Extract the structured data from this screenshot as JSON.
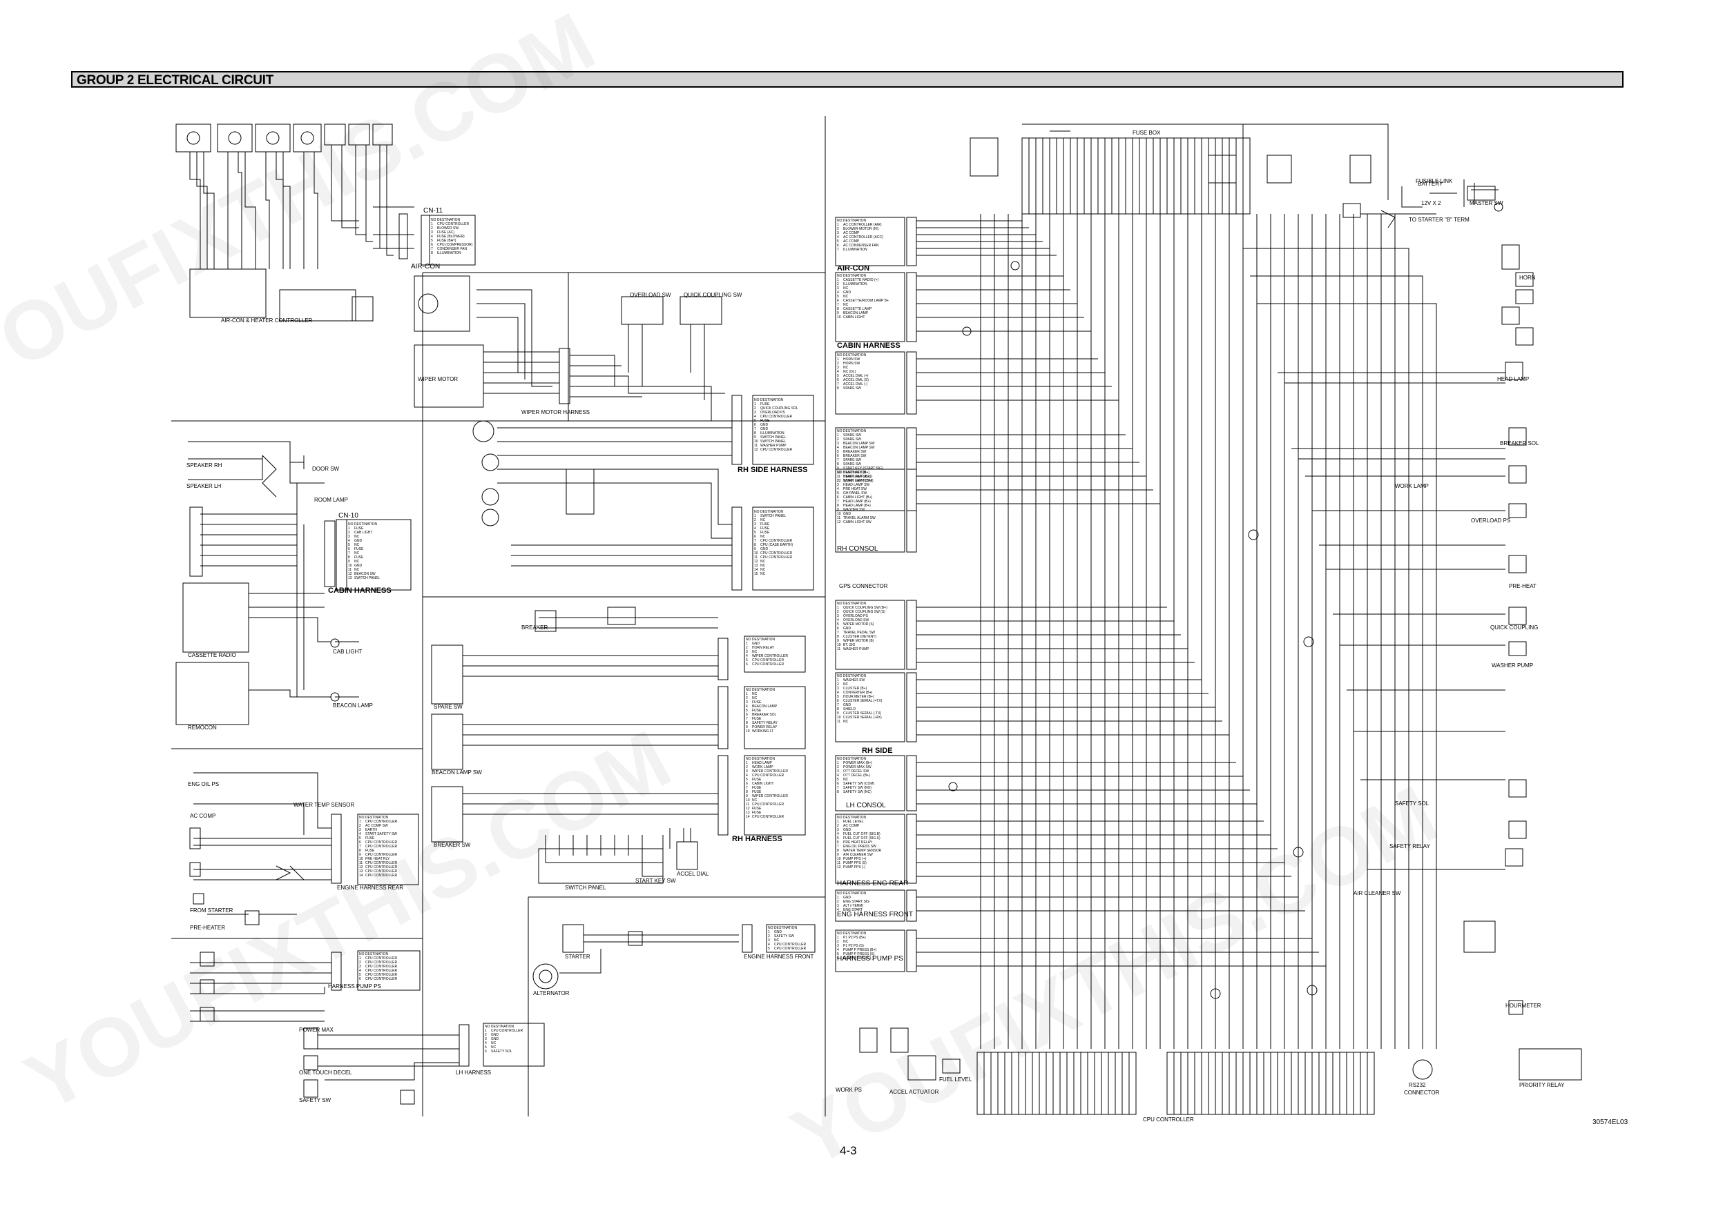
{
  "header": {
    "title": "GROUP 2  ELECTRICAL CIRCUIT"
  },
  "page_number": "4-3",
  "document_code": "30574EL03",
  "harness_labels": {
    "air_con_left": "AIR-CON",
    "cabin_harness_left": "CABIN HARNESS",
    "rh_side_harness": "RH SIDE HARNESS",
    "rh_harness": "RH HARNESS",
    "engine_harness_rear": "ENGINE HARNESS REAR",
    "harness_pump_ps": "HARNESS PUMP PS",
    "lh_harness": "LH HARNESS",
    "engine_harness_front": "ENGINE HARNESS FRONT",
    "wiper_motor_harness": "WIPER MOTOR HARNESS",
    "air_con_right": "AIR-CON",
    "cabin_harness_right": "CABIN HARNESS",
    "rh_consol": "RH CONSOL",
    "rh_side": "RH SIDE",
    "lh_consol": "LH CONSOL",
    "harness_eng_rear": "HARNESS ENG REAR",
    "eng_harness_front": "ENG HARNESS FRONT",
    "harness_pump_ps_right": "HARNESS PUMP PS"
  },
  "component_labels": {
    "cassette_radio": "CASSETTE RADIO",
    "remocon": "REMOCON",
    "cab_light": "CAB LIGHT",
    "beacon_lamp": "BEACON LAMP",
    "wiper_motor": "WIPER MOTOR",
    "speaker_rh": "SPEAKER RH",
    "speaker_lh": "SPEAKER LH",
    "door_sw": "DOOR SW",
    "room_lamp": "ROOM LAMP",
    "overload_sw": "OVERLOAD SW",
    "quick_coupling_sw": "QUICK COUPLING SW",
    "spare": "SPARE",
    "breaker": "BREAKER",
    "spare_sw": "SPARE SW",
    "beacon_lamp_sw": "BEACON LAMP SW",
    "breaker_sw": "BREAKER SW",
    "switch_panel": "SWITCH PANEL",
    "start_key_sw": "START KEY SW",
    "accel_dial": "ACCEL DIAL",
    "eng_oil_ps": "ENG OIL PS",
    "ac_comp": "AC COMP",
    "water_temp_sensor": "WATER TEMP SENSOR",
    "pre_heater": "PRE-HEATER",
    "from_starter": "FROM STARTER",
    "power_max": "POWER MAX",
    "one_touch_decel": "ONE TOUCH DECEL",
    "safety_sw": "SAFETY SW",
    "starter": "STARTER",
    "alternator": "ALTERNATOR",
    "fuse_box": "FUSE BOX",
    "battery": "BATTERY",
    "battery_voltage": "12V X 2",
    "master_sw": "MASTER SW",
    "fusible_link": "FUSIBLE LINK",
    "to_starter_b_term": "TO STARTER \"B\" TERM",
    "horn": "HORN",
    "head_lamp": "HEAD LAMP",
    "work_lamp": "WORK LAMP",
    "pre_heat": "PRE-HEAT",
    "quick_coupling": "QUICK COUPLING",
    "breaker_sol": "BREAKER SOL",
    "overload_ps": "OVERLOAD PS",
    "washer_pump": "WASHER PUMP",
    "gps_connector": "GPS CONNECTOR",
    "safety_sol": "SAFETY SOL",
    "safety_relay": "SAFETY RELAY",
    "air_cleaner_sw": "AIR CLEANER SW",
    "work_ps": "WORK PS",
    "accel_actuator": "ACCEL ACTUATOR",
    "fuel_level": "FUEL LEVEL",
    "cpu_controller": "CPU CONTROLLER",
    "rs232": "RS232",
    "connector": "CONNECTOR",
    "hourmeter": "HOURMETER",
    "prio_relay": "PRIORITY RELAY",
    "air_con_heater_controller": "AIR-CON & HEATER CONTROLLER"
  },
  "connectors": {
    "cn11": {
      "id": "CN-11",
      "header": [
        "NO",
        "DESTINATION"
      ],
      "rows": [
        [
          "1",
          "CPU CONTROLLER"
        ],
        [
          "2",
          "BLOWER SW"
        ],
        [
          "3",
          "FUSE (AC)"
        ],
        [
          "4",
          "FUSE (BLOWER)"
        ],
        [
          "5",
          "FUSE (BAT)"
        ],
        [
          "6",
          "CPU (COMPRESSOR)"
        ],
        [
          "7",
          "CONDENSER FAN"
        ],
        [
          "8",
          "ILLUMINATION"
        ]
      ]
    },
    "cn10": {
      "id": "CN-10",
      "header": [
        "NO",
        "DESTINATION"
      ],
      "rows": [
        [
          "1",
          "FUSE"
        ],
        [
          "2",
          "CAB LIGHT"
        ],
        [
          "3",
          "NC"
        ],
        [
          "4",
          "GND"
        ],
        [
          "5",
          "NC"
        ],
        [
          "6",
          "FUSE"
        ],
        [
          "7",
          "NC"
        ],
        [
          "8",
          "FUSE"
        ],
        [
          "9",
          "NC"
        ],
        [
          "10",
          "GND"
        ],
        [
          "11",
          "NC"
        ],
        [
          "12",
          "BEACON SW"
        ],
        [
          "13",
          "SWITCH PANEL"
        ]
      ]
    },
    "cn1_rh_side": {
      "id": "CN-1",
      "header": [
        "NO",
        "DESTINATION"
      ],
      "rows": [
        [
          "1",
          "FUSE"
        ],
        [
          "2",
          "QUICK COUPLING SOL"
        ],
        [
          "3",
          "OVERLOAD PS"
        ],
        [
          "4",
          "CPU CONTROLLER"
        ],
        [
          "5",
          "FUSE"
        ],
        [
          "6",
          "GND"
        ],
        [
          "7",
          "GND"
        ],
        [
          "8",
          "ILLUMINATION"
        ],
        [
          "9",
          "SWITCH PANEL"
        ],
        [
          "10",
          "SWITCH PANEL"
        ],
        [
          "11",
          "WASHER PUMP"
        ],
        [
          "12",
          "CPU CONTROLLER"
        ]
      ]
    },
    "cn2_rh_side": {
      "id": "CN-2",
      "header": [
        "NO",
        "DESTINATION"
      ],
      "rows": [
        [
          "1",
          "SWITCH PANEL"
        ],
        [
          "2",
          "NC"
        ],
        [
          "3",
          "FUSE"
        ],
        [
          "4",
          "FUSE"
        ],
        [
          "5",
          "FUSE"
        ],
        [
          "6",
          "NC"
        ],
        [
          "7",
          "CPU CONTROLLER"
        ],
        [
          "8",
          "CPU (CASE EARTH)"
        ],
        [
          "9",
          "GND"
        ],
        [
          "10",
          "CPU CONTROLLER"
        ],
        [
          "11",
          "CPU CONTROLLER"
        ],
        [
          "12",
          "NC"
        ],
        [
          "13",
          "NC"
        ],
        [
          "14",
          "NC"
        ],
        [
          "15",
          "NC"
        ]
      ]
    },
    "cn5_rh_harness": {
      "id": "CN-5",
      "header": [
        "NO",
        "DESTINATION"
      ],
      "rows": [
        [
          "1",
          "GND"
        ],
        [
          "2",
          "HORN RELAY"
        ],
        [
          "3",
          "NC"
        ],
        [
          "4",
          "WIPER CONTROLLER"
        ],
        [
          "5",
          "CPU CONTROLLER"
        ],
        [
          "6",
          "CPU CONTROLLER"
        ]
      ]
    },
    "cn6_rh_harness": {
      "id": "CN-6",
      "header": [
        "NO",
        "DESTINATION"
      ],
      "rows": [
        [
          "1",
          "NC"
        ],
        [
          "2",
          "NC"
        ],
        [
          "3",
          "FUSE"
        ],
        [
          "4",
          "BEACON LAMP"
        ],
        [
          "5",
          "FUSE"
        ],
        [
          "6",
          "BREAKER SOL"
        ],
        [
          "7",
          "FUSE"
        ],
        [
          "8",
          "SAFETY RELAY"
        ],
        [
          "9",
          "POWER RELAY"
        ],
        [
          "10",
          "WORKING LT"
        ]
      ]
    },
    "cn7_rh_harness": {
      "id": "CN-7",
      "header": [
        "NO",
        "DESTINATION"
      ],
      "rows": [
        [
          "1",
          "HEAD LAMP"
        ],
        [
          "2",
          "WORK LAMP"
        ],
        [
          "3",
          "WIPER CONTROLLER"
        ],
        [
          "4",
          "CPU CONTROLLER"
        ],
        [
          "5",
          "FUSE"
        ],
        [
          "6",
          "CABIN LIGHT"
        ],
        [
          "7",
          "FUSE"
        ],
        [
          "8",
          "FUSE"
        ],
        [
          "9",
          "WIPER CONTROLLER"
        ],
        [
          "10",
          "NC"
        ],
        [
          "11",
          "CPU CONTROLLER"
        ],
        [
          "12",
          "FUSE"
        ],
        [
          "13",
          "FUSE"
        ],
        [
          "14",
          "CPU CONTROLLER"
        ]
      ]
    },
    "cn2_engine": {
      "id": "CN-2",
      "header": [
        "NO",
        "DESTINATION"
      ],
      "rows": [
        [
          "1",
          "CPU CONTROLLER"
        ],
        [
          "2",
          "AC COMP SW"
        ],
        [
          "3",
          "EARTH"
        ],
        [
          "4",
          "START SAFETY SW"
        ],
        [
          "5",
          "FUSE"
        ],
        [
          "6",
          "CPU CONTROLLER"
        ],
        [
          "7",
          "CPU CONTROLLER"
        ],
        [
          "8",
          "FUSE"
        ],
        [
          "9",
          "CPU CONTROLLER"
        ],
        [
          "10",
          "PRE HEAT RLY"
        ],
        [
          "11",
          "CPU CONTROLLER"
        ],
        [
          "12",
          "CPU CONTROLLER"
        ],
        [
          "13",
          "CPU CONTROLLER"
        ],
        [
          "14",
          "CPU CONTROLLER"
        ]
      ]
    },
    "cn3_pump": {
      "id": "CN-3",
      "header": [
        "NO",
        "DESTINATION"
      ],
      "rows": [
        [
          "1",
          "CPU CONTROLLER"
        ],
        [
          "2",
          "CPU CONTROLLER"
        ],
        [
          "3",
          "CPU CONTROLLER"
        ],
        [
          "4",
          "CPU CONTROLLER"
        ],
        [
          "5",
          "CPU CONTROLLER"
        ],
        [
          "6",
          "CPU CONTROLLER"
        ]
      ]
    },
    "cn4_lh": {
      "id": "CN-4",
      "header": [
        "NO",
        "DESTINATION"
      ],
      "rows": [
        [
          "1",
          "CPU CONTROLLER"
        ],
        [
          "2",
          "GND"
        ],
        [
          "3",
          "GND"
        ],
        [
          "4",
          "NC"
        ],
        [
          "5",
          "NC"
        ],
        [
          "6",
          "SAFETY SOL"
        ]
      ]
    },
    "cn5_eng_front": {
      "id": "CN-5",
      "header": [
        "NO",
        "DESTINATION"
      ],
      "rows": [
        [
          "1",
          "GND"
        ],
        [
          "2",
          "SAFETY SW"
        ],
        [
          "3",
          "NC"
        ],
        [
          "4",
          "CPU CONTROLLER"
        ],
        [
          "5",
          "CPU CONTROLLER"
        ]
      ]
    },
    "right_air_con": {
      "header": [
        "NO",
        "DESTINATION"
      ],
      "rows": [
        [
          "1",
          "AC CONTROLLER (AIR)"
        ],
        [
          "2",
          "BLOWER MOTOR (HI)"
        ],
        [
          "3",
          "AC COMP"
        ],
        [
          "4",
          "AC CONTROLLER (ACC)"
        ],
        [
          "5",
          "AC COMP"
        ],
        [
          "6",
          "AC CONDENSER FAN"
        ],
        [
          "7",
          "ILLUMINATION"
        ]
      ]
    },
    "right_cabin": {
      "header": [
        "NO",
        "DESTINATION"
      ],
      "rows": [
        [
          "1",
          "CASSETTE RADIO (+)"
        ],
        [
          "2",
          "ILLUMINATION"
        ],
        [
          "3",
          "NC"
        ],
        [
          "4",
          "GND"
        ],
        [
          "5",
          "NC"
        ],
        [
          "6",
          "CASSETTE/ROOM LAMP B+"
        ],
        [
          "7",
          "NC"
        ],
        [
          "8",
          "CASSETTE LAMP"
        ],
        [
          "9",
          "BEACON LAMP"
        ],
        [
          "10",
          "CABIN LIGHT"
        ]
      ]
    },
    "right_rh_consol_a": {
      "header": [
        "NO",
        "DESTINATION"
      ],
      "rows": [
        [
          "1",
          "HORN SW"
        ],
        [
          "2",
          "HORN SW"
        ],
        [
          "3",
          "NC"
        ],
        [
          "4",
          "NC (DL)"
        ],
        [
          "5",
          "ACCEL DIAL (+)"
        ],
        [
          "6",
          "ACCEL DIAL (S)"
        ],
        [
          "7",
          "ACCEL DIAL (-)"
        ],
        [
          "8",
          "SPARE SW"
        ]
      ]
    },
    "right_rh_consol_b": {
      "header": [
        "NO",
        "DESTINATION"
      ],
      "rows": [
        [
          "1",
          "SPARE SW"
        ],
        [
          "2",
          "SPARE SW"
        ],
        [
          "3",
          "BEACON LAMP SW"
        ],
        [
          "4",
          "BEACON LAMP SW"
        ],
        [
          "5",
          "BREAKER SW"
        ],
        [
          "6",
          "BREAKER SW"
        ],
        [
          "7",
          "SPARE SW"
        ],
        [
          "8",
          "SPARE SW"
        ],
        [
          "9",
          "START KEY (START SIG)"
        ],
        [
          "10",
          "START KEY (B+)"
        ],
        [
          "11",
          "START KEY (ACC)"
        ],
        [
          "12",
          "START KEY (COM)"
        ]
      ]
    },
    "right_rh_consol_c": {
      "header": [
        "NO",
        "DESTINATION"
      ],
      "rows": [
        [
          "1",
          "HEAD LAMP (B+)"
        ],
        [
          "2",
          "WORK LAMP (B+)"
        ],
        [
          "3",
          "HEAD LAMP SW"
        ],
        [
          "4",
          "PRE HEAT SW"
        ],
        [
          "5",
          "GH PANEL SW"
        ],
        [
          "6",
          "CABIN LIGHT (B+)"
        ],
        [
          "7",
          "HEAD LAMP (B+)"
        ],
        [
          "8",
          "HEAD LAMP (B+)"
        ],
        [
          "9",
          "WASHER SW"
        ],
        [
          "10",
          "GND"
        ],
        [
          "11",
          "TRAVEL ALARM SW"
        ],
        [
          "12",
          "CABIN LIGHT SW"
        ]
      ]
    },
    "right_rh_side_a": {
      "header": [
        "NO",
        "DESTINATION"
      ],
      "rows": [
        [
          "1",
          "QUICK COUPLING SW (B+)"
        ],
        [
          "2",
          "QUICK COUPLING SW (S)"
        ],
        [
          "3",
          "OVERLOAD PS"
        ],
        [
          "4",
          "OVERLOAD SW"
        ],
        [
          "5",
          "WIPER MOTOR (S)"
        ],
        [
          "6",
          "GND"
        ],
        [
          "7",
          "TRAVEL PEDAL SW"
        ],
        [
          "8",
          "CLUSTER (DETENT)"
        ],
        [
          "9",
          "WIPER MOTOR (B)"
        ],
        [
          "10",
          "BT. SIG"
        ],
        [
          "11",
          "WASHER PUMP"
        ]
      ]
    },
    "right_rh_side_b": {
      "header": [
        "NO",
        "DESTINATION"
      ],
      "rows": [
        [
          "1",
          "WASHER SW"
        ],
        [
          "2",
          "NC"
        ],
        [
          "3",
          "CLUSTER (B+)"
        ],
        [
          "4",
          "CONVERTER (B+)"
        ],
        [
          "5",
          "HOUR METER (B+)"
        ],
        [
          "6",
          "CLUSTER SERIAL (+TX)"
        ],
        [
          "7",
          "GND"
        ],
        [
          "8",
          "SHIELD"
        ],
        [
          "9",
          "CLUSTER SERIAL (-TX)"
        ],
        [
          "10",
          "CLUSTER SERIAL (-RX)"
        ],
        [
          "11",
          "NC"
        ]
      ]
    },
    "right_lh_consol": {
      "header": [
        "NO",
        "DESTINATION"
      ],
      "rows": [
        [
          "1",
          "POWER MAX (B+)"
        ],
        [
          "2",
          "POWER MAX SW"
        ],
        [
          "3",
          "OTT DECEL SW"
        ],
        [
          "4",
          "OTT DECEL (B+)"
        ],
        [
          "5",
          "NC"
        ],
        [
          "6",
          "SAFETY SW (COM)"
        ],
        [
          "7",
          "SAFETY SW (NO)"
        ],
        [
          "8",
          "SAFETY SW (NC)"
        ]
      ]
    },
    "right_eng_rear": {
      "header": [
        "NO",
        "DESTINATION"
      ],
      "rows": [
        [
          "1",
          "FUEL LEVEL"
        ],
        [
          "2",
          "AC COMP"
        ],
        [
          "3",
          "GND"
        ],
        [
          "4",
          "FUEL CUT OFF (SIG.B)"
        ],
        [
          "5",
          "FUEL CUT OFF (SIG.S)"
        ],
        [
          "6",
          "PRE HEAT RELAY"
        ],
        [
          "7",
          "ENG OIL PRESS SW"
        ],
        [
          "8",
          "WATER TEMP SENSOR"
        ],
        [
          "9",
          "AIR CLEANER SW"
        ],
        [
          "10",
          "PUMP PPS (+)"
        ],
        [
          "11",
          "PUMP PPS (S)"
        ],
        [
          "12",
          "PUMP PPS (-)"
        ]
      ]
    },
    "right_eng_front": {
      "header": [
        "NO",
        "DESTINATION"
      ],
      "rows": [
        [
          "1",
          "GND"
        ],
        [
          "2",
          "ENG START SIG"
        ],
        [
          "3",
          "ALT (-TERM)"
        ],
        [
          "4",
          "ENG START"
        ]
      ]
    },
    "right_pump_ps": {
      "header": [
        "NO",
        "DESTINATION"
      ],
      "rows": [
        [
          "1",
          "P1 P2 PS (B+)"
        ],
        [
          "2",
          "NC"
        ],
        [
          "3",
          "P1 P2 PS (S)"
        ],
        [
          "4",
          "PUMP P PRESS (B+)"
        ],
        [
          "5",
          "PUMP P PRESS (S)"
        ],
        [
          "6",
          "PUMP P PRESS (-)"
        ]
      ]
    }
  },
  "watermarks": [
    "YOUFIXTHIS.COM",
    "YOUFIXTHIS.COM",
    "YOUFIXTHIS.COM"
  ]
}
